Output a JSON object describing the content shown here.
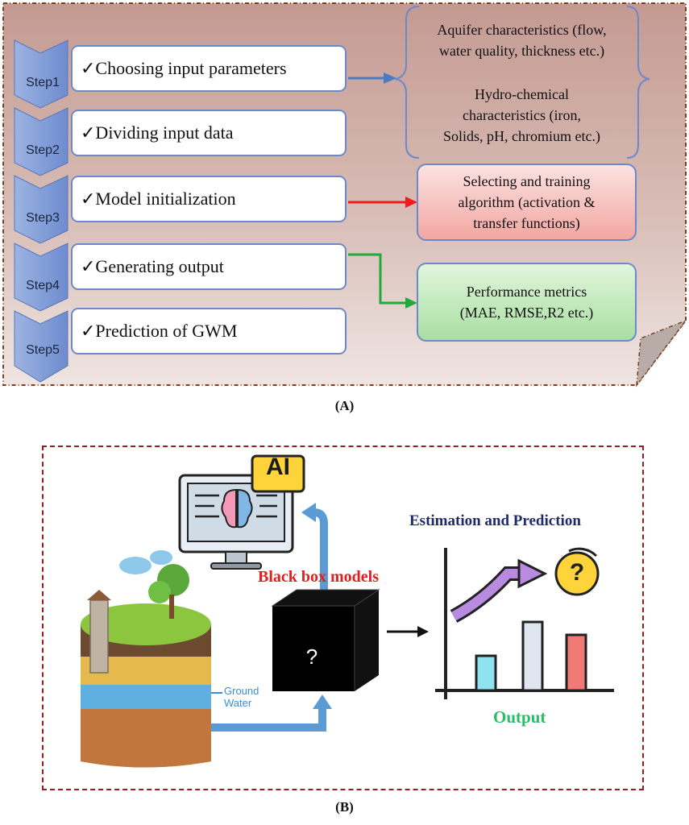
{
  "panel_a": {
    "steps": [
      {
        "label": "Step1",
        "text": "✓Choosing input parameters"
      },
      {
        "label": "Step2",
        "text": "✓Dividing input data"
      },
      {
        "label": "Step3",
        "text": "✓Model initialization"
      },
      {
        "label": "Step4",
        "text": "✓Generating output"
      },
      {
        "label": "Step5",
        "text": "✓Prediction of GWM"
      }
    ],
    "inputs": {
      "aquifer": [
        "Aquifer characteristics (flow,",
        "water quality, thickness etc.)"
      ],
      "hydro": [
        "Hydro-chemical",
        "characteristics (iron,",
        "Solids, pH, chromium etc.)"
      ]
    },
    "algorithm": [
      "Selecting and training",
      "algorithm (activation &",
      "transfer functions)"
    ],
    "metrics": [
      "Performance metrics",
      "(MAE, RMSE,R2 etc.)"
    ],
    "caption": "(A)",
    "colors": {
      "arrow_blue": "#4a7cc4",
      "arrow_red": "#ee1c1c",
      "arrow_green": "#1faa3a",
      "chevron": "#7f9cd6"
    }
  },
  "panel_b": {
    "ai_badge": "AI",
    "black_box_label": "Black box models",
    "estimation_label": "Estimation and Prediction",
    "output_label": "Output",
    "groundwater_label": [
      "Ground",
      "Water"
    ],
    "cube_mark": "?",
    "question_mark": "?",
    "caption": "(B)",
    "colors": {
      "frame": "#9b1b1e",
      "black_box_text": "#e02020",
      "estimation_text": "#1e2a6e",
      "output_text": "#2bbc67"
    }
  }
}
